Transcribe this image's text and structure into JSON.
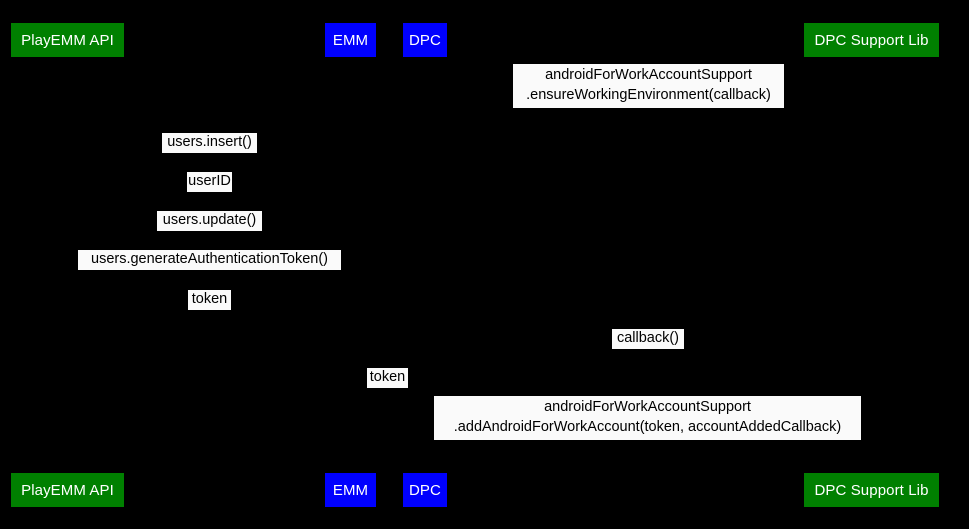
{
  "diagram": {
    "type": "sequence-diagram",
    "background_color": "#000000",
    "label_background_color": "#fafafa",
    "label_text_color": "#000000",
    "participant_text_color": "#ffffff",
    "colors": {
      "green": "#008000",
      "blue": "#0000ff"
    }
  },
  "participants": [
    {
      "id": "playemm",
      "label": "PlayEMM API",
      "color": "green"
    },
    {
      "id": "emm",
      "label": "EMM",
      "color": "blue"
    },
    {
      "id": "dpc",
      "label": "DPC",
      "color": "blue"
    },
    {
      "id": "dpcsupport",
      "label": "DPC Support Lib",
      "color": "green"
    }
  ],
  "participants_bottom": [
    {
      "id": "playemm-bottom",
      "label": "PlayEMM API",
      "color": "green"
    },
    {
      "id": "emm-bottom",
      "label": "EMM",
      "color": "blue"
    },
    {
      "id": "dpc-bottom",
      "label": "DPC",
      "color": "blue"
    },
    {
      "id": "dpcsupport-bottom",
      "label": "DPC Support Lib",
      "color": "green"
    }
  ],
  "messages": [
    {
      "id": "ensure-working-environment",
      "line1": "androidForWorkAccountSupport",
      "line2": ".ensureWorkingEnvironment(callback)",
      "from": "dpc",
      "to": "dpcsupport"
    },
    {
      "id": "users-insert",
      "text": "users.insert()",
      "from": "emm",
      "to": "playemm"
    },
    {
      "id": "user-id",
      "text": "userID",
      "from": "playemm",
      "to": "emm"
    },
    {
      "id": "users-update",
      "text": "users.update()",
      "from": "emm",
      "to": "playemm"
    },
    {
      "id": "users-generate-authentication-token",
      "text": "users.generateAuthenticationToken()",
      "from": "emm",
      "to": "playemm"
    },
    {
      "id": "token-to-emm",
      "text": "token",
      "from": "playemm",
      "to": "emm"
    },
    {
      "id": "callback",
      "text": "callback()",
      "from": "dpcsupport",
      "to": "dpc"
    },
    {
      "id": "token-to-dpc",
      "text": "token",
      "from": "emm",
      "to": "dpc"
    },
    {
      "id": "add-android-for-work-account",
      "line1": "androidForWorkAccountSupport",
      "line2": ".addAndroidForWorkAccount(token, accountAddedCallback)",
      "from": "dpc",
      "to": "dpcsupport"
    }
  ]
}
